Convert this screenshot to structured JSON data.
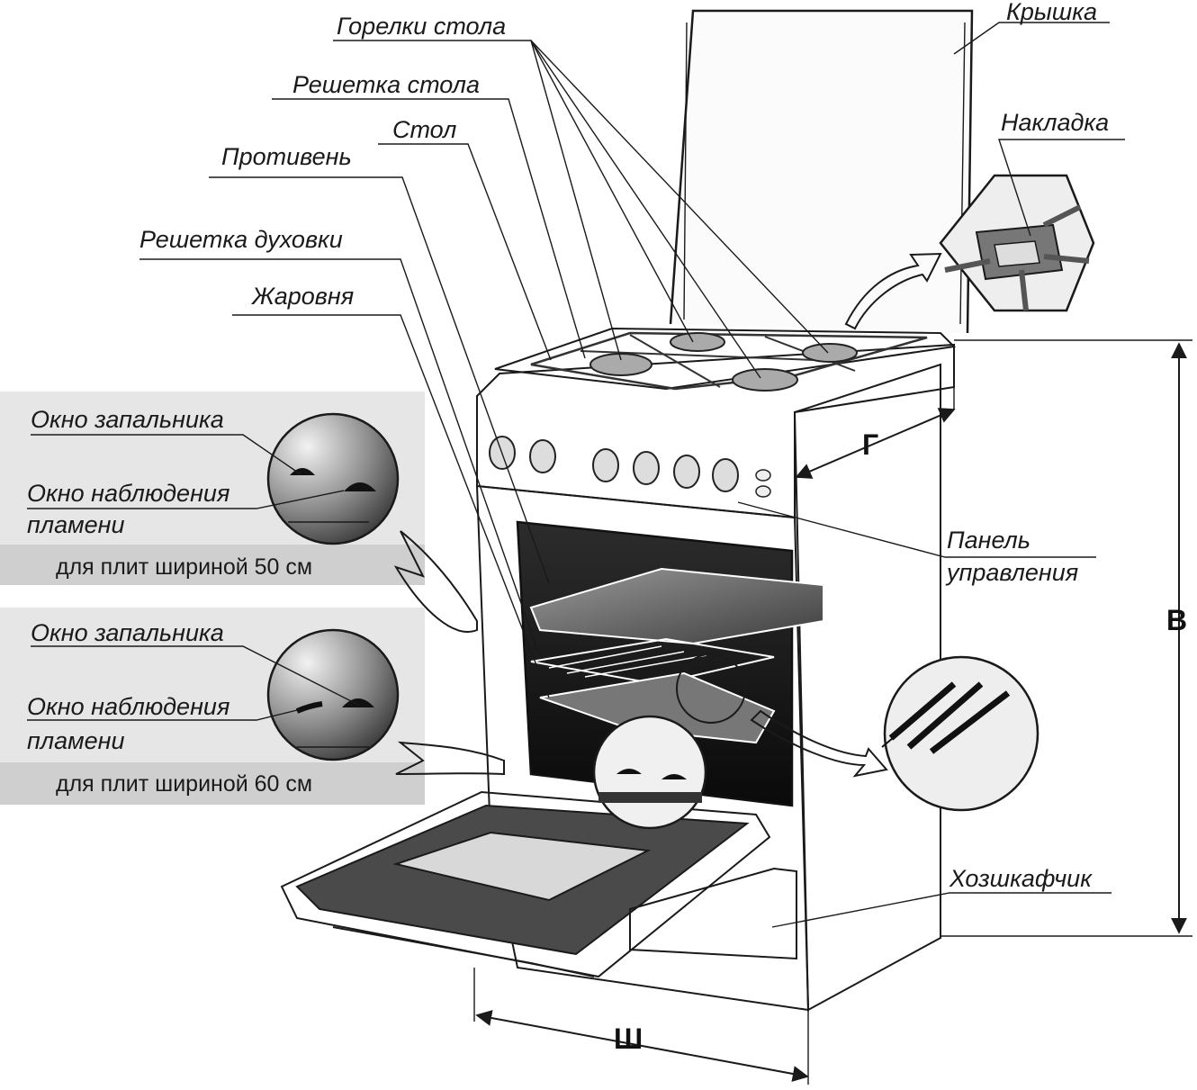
{
  "labels": {
    "lid": "Крышка",
    "burners": "Горелки стола",
    "hob_grate": "Решетка стола",
    "hob": "Стол",
    "tray": "Противень",
    "oven_rack": "Решетка духовки",
    "roaster": "Жаровня",
    "cap": "Накладка",
    "control_panel_1": "Панель",
    "control_panel_2": "управления",
    "storage": "Хозшкафчик"
  },
  "insets": {
    "w50": {
      "igniter_window": "Окно запальника",
      "flame_window_1": "Окно наблюдения",
      "flame_window_2": "пламени",
      "caption": "для плит шириной 50 см"
    },
    "w60": {
      "igniter_window": "Окно запальника",
      "flame_window_1": "Окно наблюдения",
      "flame_window_2": "пламени",
      "caption": "для плит шириной 60 см"
    }
  },
  "dimensions": {
    "depth": "Г",
    "height": "В",
    "width": "Ш"
  },
  "colors": {
    "ink": "#1a1a1a",
    "panel_bg": "#e6e6e6",
    "caption_bg": "#cfcfcf"
  }
}
